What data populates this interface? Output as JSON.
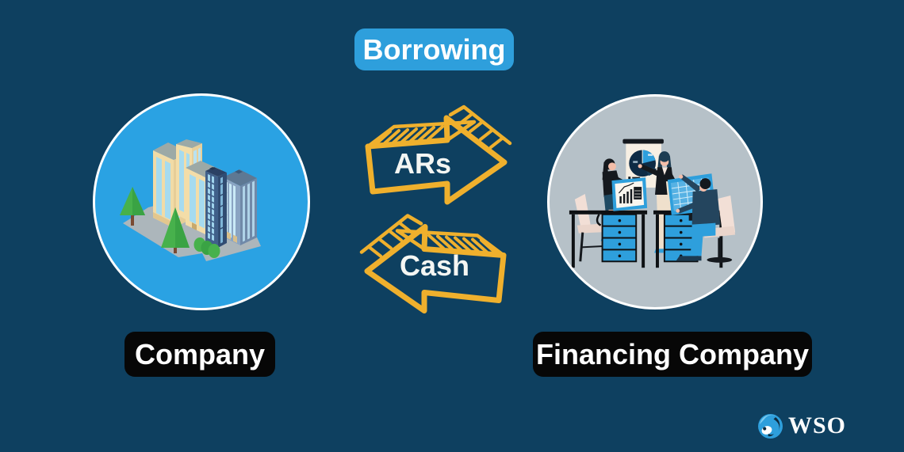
{
  "title_badge": {
    "label": "Borrowing"
  },
  "entities": {
    "left": {
      "label": "Company",
      "illustration": "office-buildings"
    },
    "right": {
      "label": "Financing Company",
      "illustration": "financing-team-meeting"
    }
  },
  "flows": [
    {
      "label": "ARs",
      "direction": "company-to-financing-company"
    },
    {
      "label": "Cash",
      "direction": "financing-company-to-company"
    }
  ],
  "branding": {
    "logo_text": "WSO"
  },
  "colors": {
    "background": "#0E4060",
    "badge_blue": "#2E9FDC",
    "arrow_yellow": "#EFB02D",
    "pill_black": "#070707",
    "text_white": "#FFFFFF",
    "left_circle_fill": "#2AA2E3",
    "right_circle_fill": "#B6C1C8",
    "circle_ring": "#FFFFFF"
  }
}
